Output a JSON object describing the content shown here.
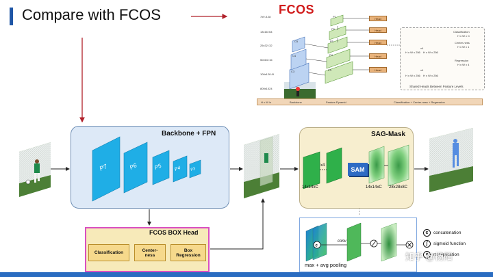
{
  "slide": {
    "title": "Compare with FCOS"
  },
  "fcos_figure": {
    "title": "FCOS",
    "sizes": [
      "7x9 /128",
      "13x16 /64",
      "25x32 /32",
      "50x64 /16",
      "100x128 /8",
      "800x1024"
    ],
    "backbone_levels": [
      "C5",
      "C4",
      "C3"
    ],
    "pyramid_levels": [
      "P7",
      "P6",
      "P5",
      "P4",
      "P3"
    ],
    "head_label": "Head",
    "shared_heads": {
      "classification": "Classification",
      "classification_dim": "H x W x C",
      "centerness": "Center-ness",
      "centerness_dim": "H x W x 1",
      "regression": "Regression",
      "regression_dim": "H x W x 4",
      "x4_a": "x4",
      "x4_b": "x4",
      "dim_a": "H x W x 256",
      "dim_b": "H x W x 256",
      "dim_c": "H x W x 256",
      "dim_d": "H x W x 256",
      "caption": "Shared Heads Between Feature Levels"
    },
    "bottom_bar": {
      "left": "H x W /s",
      "backbone": "Backbone",
      "pyramid": "Feature Pyramid",
      "right": "Classification + Center-ness + Regression"
    }
  },
  "backbone_fpn": {
    "label": "Backbone + FPN",
    "levels": [
      "P7",
      "P6",
      "P5",
      "P4",
      "P3"
    ]
  },
  "box_head": {
    "label": "FCOS BOX Head",
    "cells": [
      "Classification",
      "Center-\nness",
      "Box\nRegression"
    ]
  },
  "sag_mask": {
    "label": "SAG-Mask",
    "x4": "x4",
    "sam": "SAM",
    "dim_left": "14x14xC",
    "dim_mid": "14x14xC",
    "dim_right": "28x28x8C"
  },
  "sam_detail": {
    "pooling_label": "max + avg pooling",
    "conv_label": "conv",
    "legend": {
      "concatenation": "concatenation",
      "sigmoid": "sigmoid function",
      "multiplication": "multiplication"
    }
  },
  "watermark": "知乎 @杨阳",
  "colors": {
    "accent_blue": "#1f56a6",
    "fcos_red": "#d11c1c",
    "feature_cyan": "#1faee6",
    "mask_green": "#3fbf56",
    "box_head_border": "#d94fc1",
    "arrow_red": "#b0202a"
  }
}
